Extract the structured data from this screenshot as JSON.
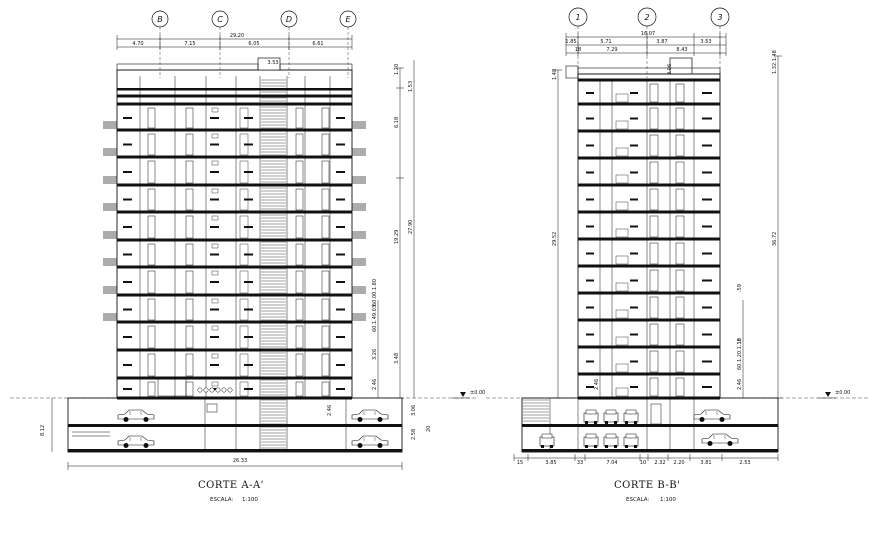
{
  "sections": [
    {
      "id": "a",
      "title": "CORTE A-A'",
      "scale_label": "ESCALA:",
      "scale_value": "1:100",
      "grid_axes": [
        "B",
        "C",
        "D",
        "E"
      ],
      "overall_width": "29.20",
      "bay_widths": [
        "4.70",
        "7.15",
        "6.05",
        "6.61"
      ],
      "roof_dim": "3.53",
      "height_dims": [
        "1.20",
        "1.53",
        "6.18",
        "19.29",
        "27.90",
        "3.48",
        "2.46",
        "3.26",
        "60.1.49.03",
        "60.00.1.80",
        "8.12",
        "2.46",
        "2.58",
        "3.06",
        "20"
      ],
      "base_dim": "26.33",
      "level_mark": "±0.00"
    },
    {
      "id": "b",
      "title": "CORTE B-B'",
      "scale_label": "ESCALA:",
      "scale_value": "1:100",
      "grid_axes": [
        "1",
        "2",
        "3"
      ],
      "overall_width": "16.07",
      "bay_widths": [
        "1.85",
        "5.71",
        "3.87",
        "3.53"
      ],
      "sub_widths": [
        "18",
        "7.29",
        "8.43"
      ],
      "roof_dim": "3.06",
      "height_dims": [
        "1.48",
        "29.52",
        "1.32.1.48",
        "36.72",
        ".59",
        "2.46",
        "2.46",
        "60.1.20.1.18",
        ".10"
      ],
      "base_dims": [
        "15",
        "3.85",
        "33",
        "7.04",
        "10",
        "2.32",
        "2.20",
        "3.81",
        "2.53"
      ],
      "level_mark": "±0.00"
    }
  ]
}
